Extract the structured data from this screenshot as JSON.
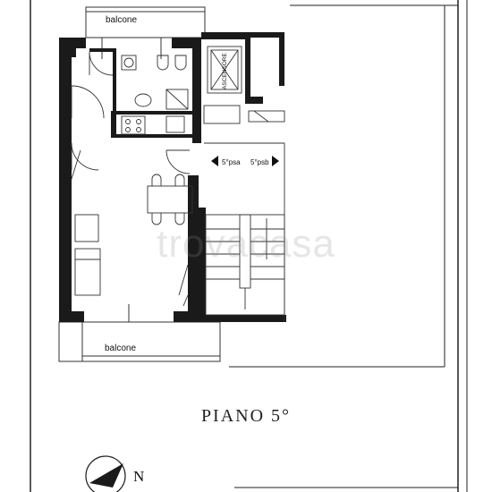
{
  "plan": {
    "labels": {
      "balcony_top": "balcone",
      "balcony_bottom": "balcone",
      "elevator": "ASCENSORE",
      "landing_left": "5°psa",
      "landing_right": "5°psb"
    },
    "title": "PIANO 5°",
    "north": "N",
    "watermark": "trovacasa"
  }
}
